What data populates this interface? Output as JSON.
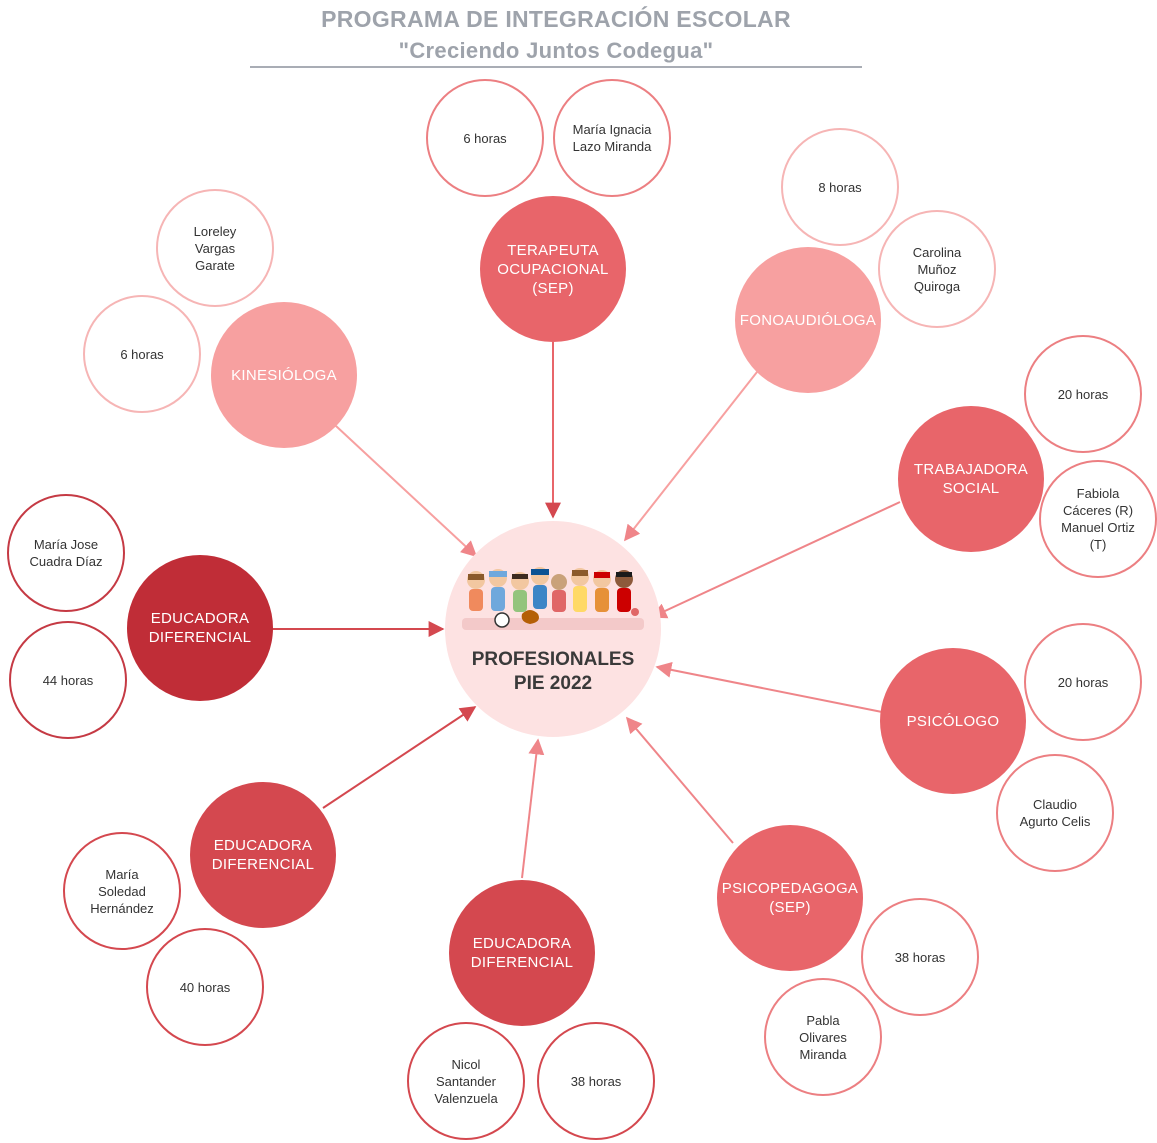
{
  "header": {
    "title": "PROGRAMA DE INTEGRACIÓN ESCOLAR",
    "subtitle": "\"Creciendo Juntos Codegua\""
  },
  "center": {
    "title": "PROFESIONALES\nPIE 2022"
  },
  "colors": {
    "center_fill": "#fde2e2",
    "light_pink": "#f7a0a0",
    "medium_red": "#e8656a",
    "dark_red": "#d4484f",
    "darkest_red": "#c02d37",
    "info_border_light": "#f6b5b5",
    "info_border_medium": "#ec7f82",
    "info_border_dark": "#c53a44",
    "arrow": "#ef8589"
  },
  "roles": [
    {
      "id": "terapeuta",
      "label": "TERAPEUTA\nOCUPACIONAL\n(SEP)",
      "hours": "6 horas",
      "name": "María Ignacia\nLazo Miranda"
    },
    {
      "id": "fonoaudiologa",
      "label": "FONOAUDIÓLOGA",
      "hours": "8 horas",
      "name": "Carolina\nMuñoz\nQuiroga"
    },
    {
      "id": "kinesiologa",
      "label": "KINESIÓLOGA",
      "hours": "6 horas",
      "name": "Loreley\nVargas\nGarate"
    },
    {
      "id": "trabajadora-social",
      "label": "TRABAJADORA\nSOCIAL",
      "hours": "20 horas",
      "name": "Fabiola\nCáceres (R)\nManuel Ortiz\n(T)"
    },
    {
      "id": "educadora-1",
      "label": "EDUCADORA\nDIFERENCIAL",
      "hours": "44 horas",
      "name": "María Jose\nCuadra Díaz"
    },
    {
      "id": "psicologo",
      "label": "PSICÓLOGO",
      "hours": "20 horas",
      "name": "Claudio\nAgurto Celis"
    },
    {
      "id": "educadora-2",
      "label": "EDUCADORA\nDIFERENCIAL",
      "hours": "40 horas",
      "name": "María\nSoledad\nHernández"
    },
    {
      "id": "psicopedagoga",
      "label": "PSICOPEDAGOGA\n(SEP)",
      "hours": "38 horas",
      "name": "Pabla\nOlivares\nMiranda"
    },
    {
      "id": "educadora-3",
      "label": "EDUCADORA\nDIFERENCIAL",
      "hours": "38 horas",
      "name": "Nicol\nSantander\nValenzuela"
    }
  ]
}
